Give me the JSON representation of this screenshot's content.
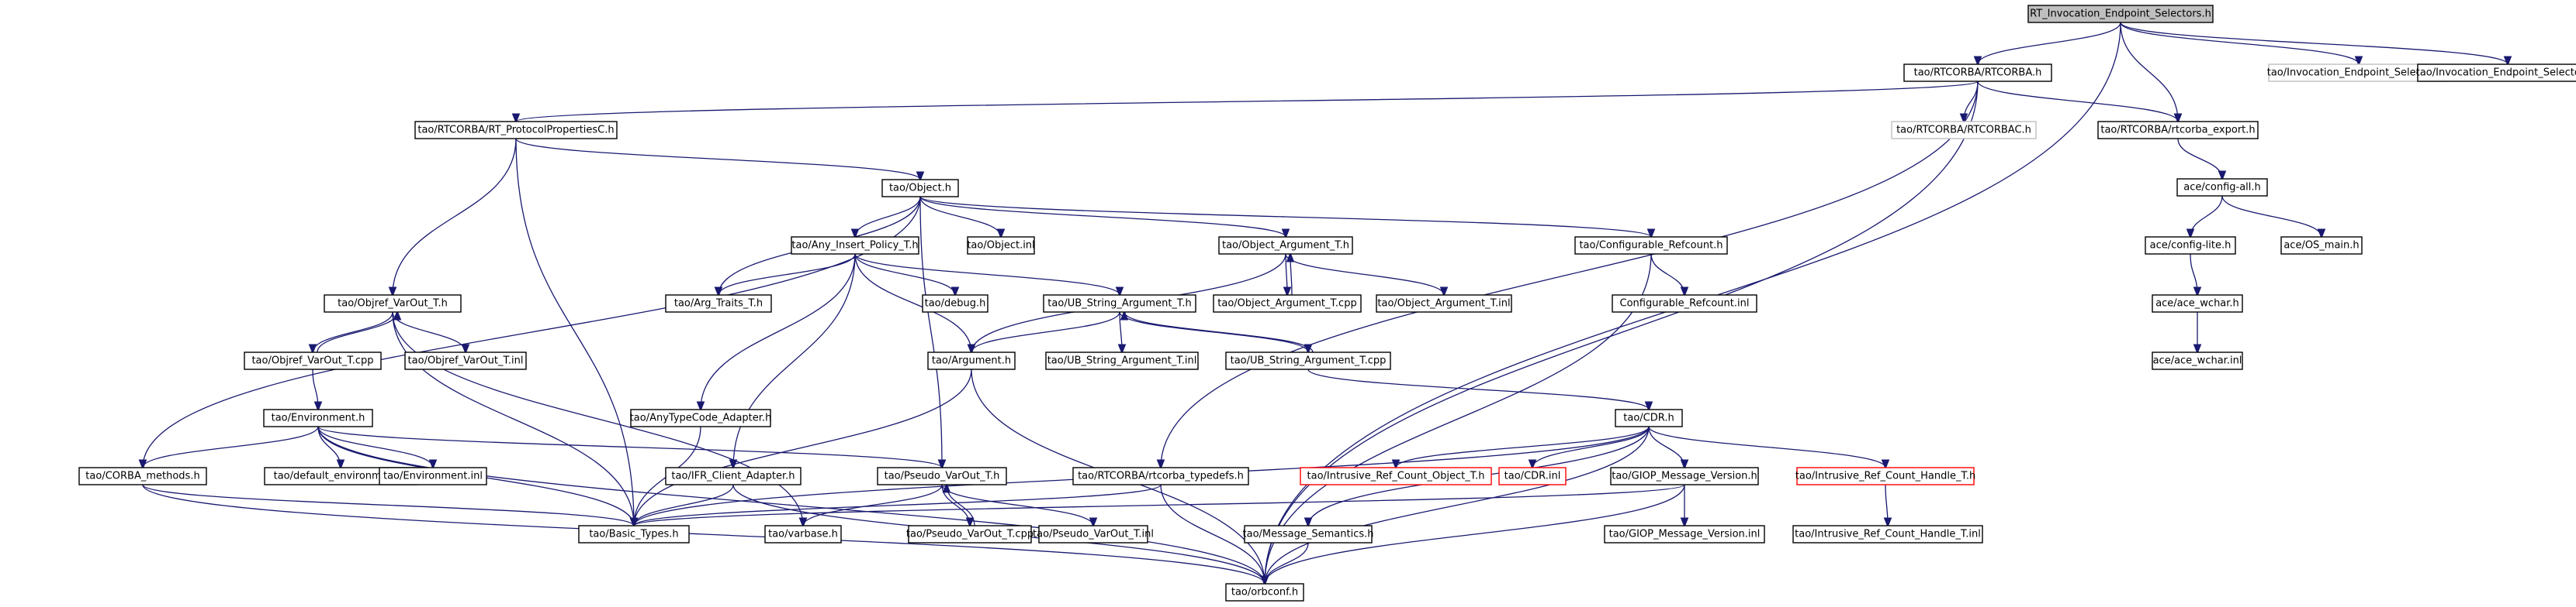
{
  "diagram": {
    "nodes": [
      {
        "id": "n0",
        "label": "RT_Invocation_Endpoint_Selectors.h",
        "style": "root"
      },
      {
        "id": "n1",
        "label": "tao/RTCORBA/RTCORBA.h",
        "style": "normal"
      },
      {
        "id": "n2",
        "label": "tao/Invocation_Endpoint_Selectors.h",
        "style": "gray"
      },
      {
        "id": "n3",
        "label": "tao/Invocation_Endpoint_Selectors.h",
        "style": "normal"
      },
      {
        "id": "n4",
        "label": "tao/RTCORBA/RT_ProtocolPropertiesC.h",
        "style": "normal"
      },
      {
        "id": "n5",
        "label": "tao/RTCORBA/RTCORBAC.h",
        "style": "gray"
      },
      {
        "id": "n6",
        "label": "tao/RTCORBA/rtcorba_export.h",
        "style": "normal"
      },
      {
        "id": "n7",
        "label": "ace/config-all.h",
        "style": "normal"
      },
      {
        "id": "n8",
        "label": "tao/Object.h",
        "style": "normal"
      },
      {
        "id": "n9",
        "label": "tao/Object.inl",
        "style": "normal"
      },
      {
        "id": "n10",
        "label": "tao/Any_Insert_Policy_T.h",
        "style": "normal"
      },
      {
        "id": "n11",
        "label": "tao/Object_Argument_T.h",
        "style": "normal"
      },
      {
        "id": "n12",
        "label": "tao/Configurable_Refcount.h",
        "style": "normal"
      },
      {
        "id": "n13",
        "label": "ace/config-lite.h",
        "style": "normal"
      },
      {
        "id": "n14",
        "label": "ace/OS_main.h",
        "style": "normal"
      },
      {
        "id": "n15",
        "label": "tao/Objref_VarOut_T.h",
        "style": "normal"
      },
      {
        "id": "n16",
        "label": "tao/Arg_Traits_T.h",
        "style": "normal"
      },
      {
        "id": "n17",
        "label": "tao/debug.h",
        "style": "normal"
      },
      {
        "id": "n18",
        "label": "tao/UB_String_Argument_T.h",
        "style": "normal"
      },
      {
        "id": "n19",
        "label": "tao/Object_Argument_T.cpp",
        "style": "normal"
      },
      {
        "id": "n20",
        "label": "tao/Object_Argument_T.inl",
        "style": "normal"
      },
      {
        "id": "n21",
        "label": "Configurable_Refcount.inl",
        "style": "normal"
      },
      {
        "id": "n22",
        "label": "ace/ace_wchar.h",
        "style": "normal"
      },
      {
        "id": "n23",
        "label": "tao/Objref_VarOut_T.cpp",
        "style": "normal"
      },
      {
        "id": "n24",
        "label": "tao/Objref_VarOut_T.inl",
        "style": "normal"
      },
      {
        "id": "n25",
        "label": "tao/Argument.h",
        "style": "normal"
      },
      {
        "id": "n26",
        "label": "tao/UB_String_Argument_T.inl",
        "style": "normal"
      },
      {
        "id": "n27",
        "label": "tao/UB_String_Argument_T.cpp",
        "style": "normal"
      },
      {
        "id": "n28",
        "label": "ace/ace_wchar.inl",
        "style": "normal"
      },
      {
        "id": "n29",
        "label": "tao/Environment.h",
        "style": "normal"
      },
      {
        "id": "n30",
        "label": "tao/AnyTypeCode_Adapter.h",
        "style": "normal"
      },
      {
        "id": "n31",
        "label": "tao/CDR.h",
        "style": "normal"
      },
      {
        "id": "n32",
        "label": "tao/CORBA_methods.h",
        "style": "normal"
      },
      {
        "id": "n33",
        "label": "tao/default_environment.h",
        "style": "normal"
      },
      {
        "id": "n34",
        "label": "tao/Environment.inl",
        "style": "normal"
      },
      {
        "id": "n35",
        "label": "tao/IFR_Client_Adapter.h",
        "style": "normal"
      },
      {
        "id": "n36",
        "label": "tao/Pseudo_VarOut_T.h",
        "style": "normal"
      },
      {
        "id": "n37",
        "label": "tao/RTCORBA/rtcorba_typedefs.h",
        "style": "normal"
      },
      {
        "id": "n38",
        "label": "tao/Intrusive_Ref_Count_Object_T.h",
        "style": "red"
      },
      {
        "id": "n39",
        "label": "tao/CDR.inl",
        "style": "red"
      },
      {
        "id": "n40",
        "label": "tao/GIOP_Message_Version.h",
        "style": "normal"
      },
      {
        "id": "n41",
        "label": "tao/Intrusive_Ref_Count_Handle_T.h",
        "style": "red"
      },
      {
        "id": "n42",
        "label": "tao/Basic_Types.h",
        "style": "normal"
      },
      {
        "id": "n43",
        "label": "tao/varbase.h",
        "style": "normal"
      },
      {
        "id": "n44",
        "label": "tao/Pseudo_VarOut_T.cpp",
        "style": "normal"
      },
      {
        "id": "n45",
        "label": "tao/Pseudo_VarOut_T.inl",
        "style": "normal"
      },
      {
        "id": "n46",
        "label": "tao/Message_Semantics.h",
        "style": "normal"
      },
      {
        "id": "n47",
        "label": "tao/GIOP_Message_Version.inl",
        "style": "normal"
      },
      {
        "id": "n48",
        "label": "tao/Intrusive_Ref_Count_Handle_T.inl",
        "style": "normal"
      },
      {
        "id": "n49",
        "label": "tao/orbconf.h",
        "style": "normal"
      }
    ],
    "edges": [
      [
        "n0",
        "n1"
      ],
      [
        "n0",
        "n2"
      ],
      [
        "n0",
        "n3"
      ],
      [
        "n0",
        "n6"
      ],
      [
        "n0",
        "n49"
      ],
      [
        "n1",
        "n4"
      ],
      [
        "n1",
        "n5"
      ],
      [
        "n1",
        "n6"
      ],
      [
        "n1",
        "n37"
      ],
      [
        "n1",
        "n49"
      ],
      [
        "n4",
        "n8"
      ],
      [
        "n4",
        "n15"
      ],
      [
        "n4",
        "n42"
      ],
      [
        "n6",
        "n7"
      ],
      [
        "n7",
        "n13"
      ],
      [
        "n7",
        "n14"
      ],
      [
        "n13",
        "n22"
      ],
      [
        "n22",
        "n28"
      ],
      [
        "n8",
        "n9"
      ],
      [
        "n8",
        "n10"
      ],
      [
        "n8",
        "n11"
      ],
      [
        "n8",
        "n12"
      ],
      [
        "n8",
        "n16"
      ],
      [
        "n8",
        "n32"
      ],
      [
        "n8",
        "n36"
      ],
      [
        "n10",
        "n16"
      ],
      [
        "n10",
        "n17"
      ],
      [
        "n10",
        "n18"
      ],
      [
        "n10",
        "n25"
      ],
      [
        "n10",
        "n30"
      ],
      [
        "n10",
        "n35"
      ],
      [
        "n11",
        "n19"
      ],
      [
        "n11",
        "n20"
      ],
      [
        "n11",
        "n25"
      ],
      [
        "n19",
        "n11"
      ],
      [
        "n12",
        "n21"
      ],
      [
        "n12",
        "n49"
      ],
      [
        "n15",
        "n23"
      ],
      [
        "n15",
        "n24"
      ],
      [
        "n15",
        "n42"
      ],
      [
        "n15",
        "n43"
      ],
      [
        "n23",
        "n15"
      ],
      [
        "n23",
        "n29"
      ],
      [
        "n18",
        "n25"
      ],
      [
        "n18",
        "n26"
      ],
      [
        "n18",
        "n27"
      ],
      [
        "n27",
        "n18"
      ],
      [
        "n27",
        "n31"
      ],
      [
        "n25",
        "n42"
      ],
      [
        "n25",
        "n49"
      ],
      [
        "n29",
        "n32"
      ],
      [
        "n29",
        "n33"
      ],
      [
        "n29",
        "n34"
      ],
      [
        "n29",
        "n36"
      ],
      [
        "n29",
        "n42"
      ],
      [
        "n29",
        "n49"
      ],
      [
        "n30",
        "n42"
      ],
      [
        "n32",
        "n42"
      ],
      [
        "n32",
        "n49"
      ],
      [
        "n35",
        "n42"
      ],
      [
        "n35",
        "n49"
      ],
      [
        "n36",
        "n43"
      ],
      [
        "n36",
        "n44"
      ],
      [
        "n36",
        "n45"
      ],
      [
        "n44",
        "n36"
      ],
      [
        "n37",
        "n42"
      ],
      [
        "n37",
        "n49"
      ],
      [
        "n31",
        "n38"
      ],
      [
        "n31",
        "n39"
      ],
      [
        "n31",
        "n40"
      ],
      [
        "n31",
        "n41"
      ],
      [
        "n31",
        "n42"
      ],
      [
        "n31",
        "n46"
      ],
      [
        "n31",
        "n49"
      ],
      [
        "n40",
        "n42"
      ],
      [
        "n40",
        "n47"
      ],
      [
        "n40",
        "n49"
      ],
      [
        "n41",
        "n48"
      ],
      [
        "n46",
        "n49"
      ]
    ]
  }
}
